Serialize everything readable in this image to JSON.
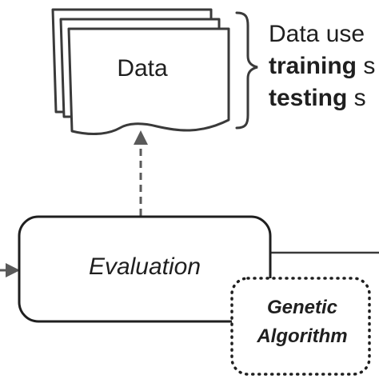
{
  "data_node": {
    "label": "Data"
  },
  "note": {
    "line1": "Data use",
    "line2_bold": "training",
    "line2_rest": " s",
    "line3_bold": "testing",
    "line3_rest": " s"
  },
  "evaluation_node": {
    "label": "Evaluation"
  },
  "ga_node": {
    "line1": "Genetic",
    "line2": "Algorithm"
  },
  "colors": {
    "stroke": "#3a3a3a",
    "arrow": "#5a5a5a",
    "text": "#1f1f1f",
    "background": "#ffffff"
  }
}
